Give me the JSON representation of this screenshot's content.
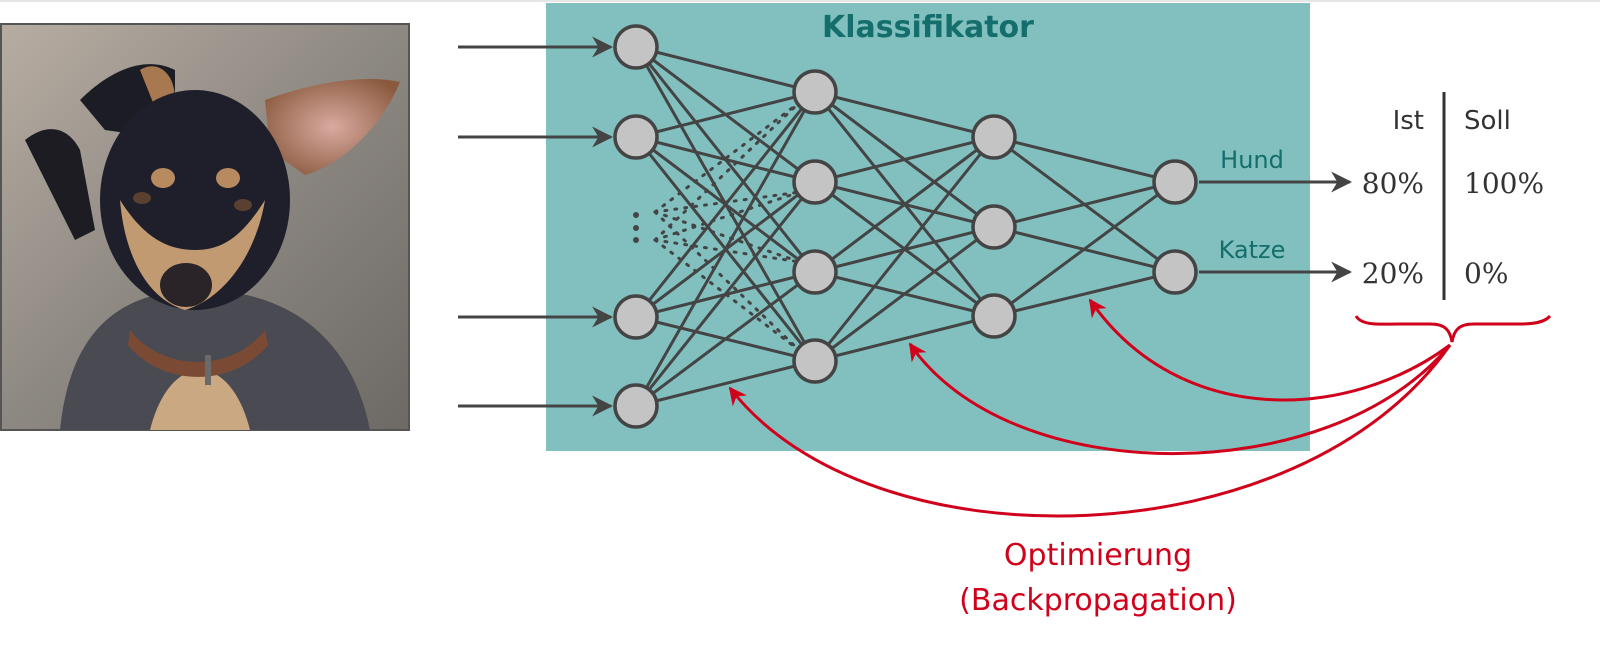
{
  "colors": {
    "panel": "#82c0c0",
    "title": "#136e6c",
    "output_label": "#136e6c",
    "edge": "#444444",
    "node_fill": "#c4c4c4",
    "node_stroke": "#444444",
    "red": "#d0021b",
    "text": "#333333"
  },
  "input_image": {
    "subject": "dog photo (black and tan dog with collar)",
    "icon": "dog-photo"
  },
  "classifier": {
    "title": "Klassifikator",
    "layers": [
      {
        "name": "input",
        "nodes": 4,
        "ellipsis": true
      },
      {
        "name": "hidden-1",
        "nodes": 4
      },
      {
        "name": "hidden-2",
        "nodes": 3
      },
      {
        "name": "output",
        "nodes": 2
      }
    ],
    "outputs": [
      {
        "label": "Hund",
        "ist": "80%",
        "soll": "100%"
      },
      {
        "label": "Katze",
        "ist": "20%",
        "soll": "0%"
      }
    ]
  },
  "table": {
    "ist_header": "Ist",
    "soll_header": "Soll"
  },
  "annotation": {
    "line1": "Optimierung",
    "line2": "(Backpropagation)"
  }
}
